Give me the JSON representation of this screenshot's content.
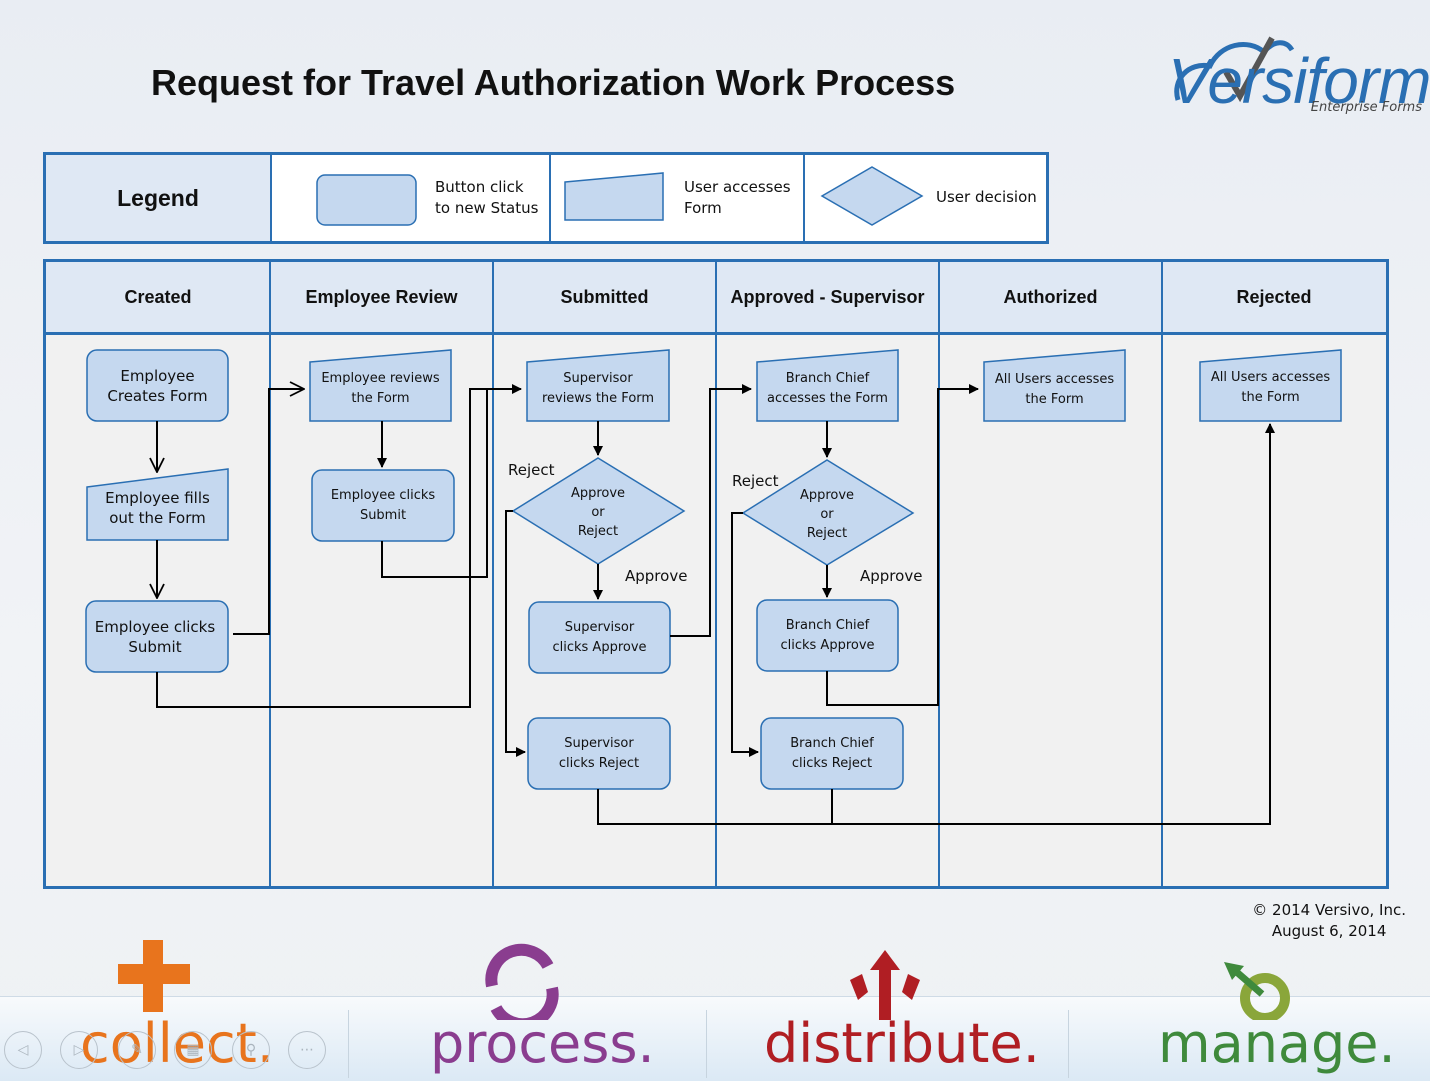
{
  "title": "Request for Travel Authorization Work Process",
  "logo": {
    "word": "Versiform",
    "tagline": "Enterprise Forms"
  },
  "legend": {
    "title": "Legend",
    "items": [
      {
        "shape": "rounded-rectangle",
        "label_line1": "Button click",
        "label_line2": "to new Status"
      },
      {
        "shape": "manual-input",
        "label_line1": "User accesses",
        "label_line2": "Form"
      },
      {
        "shape": "diamond",
        "label_line1": "User decision"
      }
    ]
  },
  "lanes": [
    "Created",
    "Employee Review",
    "Submitted",
    "Approved - Supervisor",
    "Authorized",
    "Rejected"
  ],
  "nodes": {
    "created_form": {
      "l1": "Employee",
      "l2": "Creates Form"
    },
    "fills_form": {
      "l1": "Employee fills",
      "l2": "out the Form"
    },
    "emp_submit": {
      "l1": "Employee clicks",
      "l2": "Submit"
    },
    "emp_reviews": {
      "l1": "Employee reviews",
      "l2": "the Form"
    },
    "emp_review_submit": {
      "l1": "Employee clicks",
      "l2": "Submit"
    },
    "sup_reviews": {
      "l1": "Supervisor",
      "l2": "reviews the Form"
    },
    "sup_decision": {
      "l1": "Approve",
      "l2": "or",
      "l3": "Reject"
    },
    "sup_approve": {
      "l1": "Supervisor",
      "l2": "clicks Approve"
    },
    "sup_reject": {
      "l1": "Supervisor",
      "l2": "clicks Reject"
    },
    "bc_accesses": {
      "l1": "Branch Chief",
      "l2": "accesses the Form"
    },
    "bc_decision": {
      "l1": "Approve",
      "l2": "or",
      "l3": "Reject"
    },
    "bc_approve": {
      "l1": "Branch Chief",
      "l2": "clicks Approve"
    },
    "bc_reject": {
      "l1": "Branch Chief",
      "l2": "clicks Reject"
    },
    "auth_access": {
      "l1": "All Users accesses",
      "l2": "the Form"
    },
    "rej_access": {
      "l1": "All Users accesses",
      "l2": "the Form"
    }
  },
  "edge_labels": {
    "reject": "Reject",
    "approve": "Approve"
  },
  "copyright": {
    "line1": "© 2014 Versivo, Inc.",
    "line2": "August 6, 2014"
  },
  "footer": {
    "words": [
      "collect.",
      "process.",
      "distribute.",
      "manage."
    ],
    "colors": {
      "collect": "#e8741d",
      "process": "#8a3d8f",
      "distribute": "#b01e23",
      "manage": "#3f8a3c"
    }
  },
  "colors": {
    "accent": "#2a6fb3",
    "node_fill": "#c5d8ef",
    "header_fill": "#dfe8f4"
  }
}
